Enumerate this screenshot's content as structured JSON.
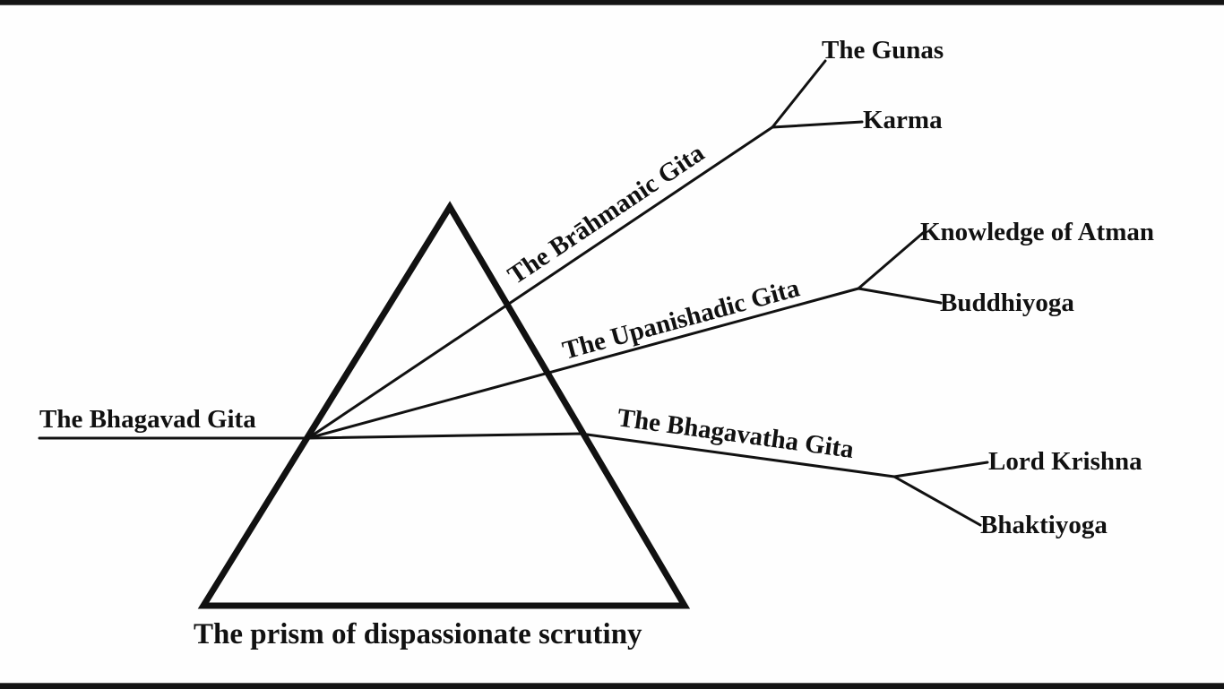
{
  "diagram": {
    "source": "The Bhagavad Gita",
    "prism_caption": "The prism of dispassionate scrutiny",
    "branches": [
      {
        "label": "The Brāhmanic Gita",
        "children": [
          "The Gunas",
          "Karma"
        ]
      },
      {
        "label": "The Upanishadic Gita",
        "children": [
          "Knowledge of Atman",
          "Buddhiyoga"
        ]
      },
      {
        "label": "The Bhagavatha Gita",
        "children": [
          "Lord Krishna",
          "Bhaktiyoga"
        ]
      }
    ],
    "colors": {
      "ink": "#111111",
      "background": "#fefefe",
      "frame_bar": "#141414"
    }
  }
}
